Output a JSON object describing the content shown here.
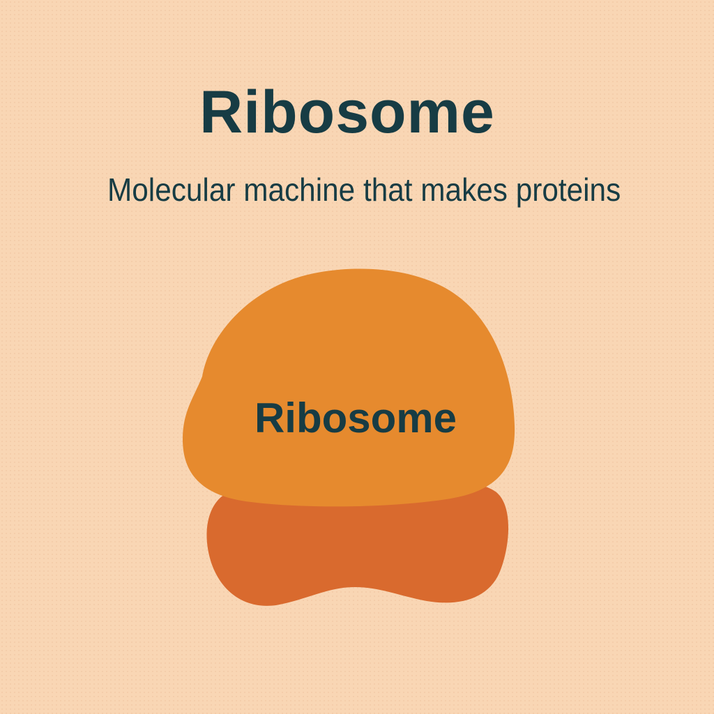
{
  "header": {
    "title": "Ribosome",
    "subtitle": "Molecular machine that makes proteins"
  },
  "diagram": {
    "large_subunit_label": "Ribosome"
  },
  "colors": {
    "background": "#f9d6b4",
    "large_subunit": "#e68a2e",
    "small_subunit": "#d96a2e",
    "text": "#173c44"
  }
}
